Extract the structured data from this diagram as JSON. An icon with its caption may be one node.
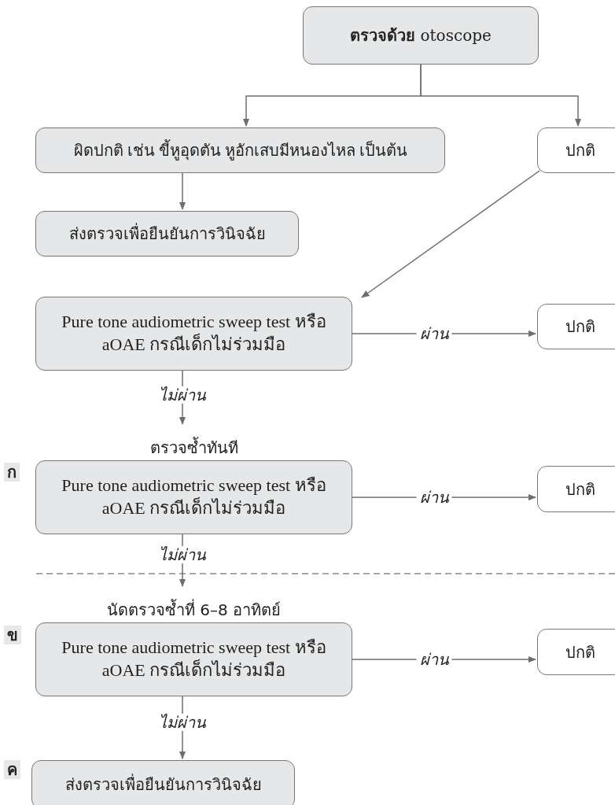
{
  "diagram": {
    "nodes": [
      {
        "text": [
          "**ตรวจด้วย** otoscope"
        ]
      },
      {
        "text": [
          "ผิดปกติ เช่น ขี้หูอุดตัน หูอักเสบมีหนองไหล เป็นต้น"
        ]
      },
      {
        "text": [
          "ปกติ"
        ]
      },
      {
        "text": [
          "ส่งตรวจเพื่อยืนยันการวินิจฉัย"
        ]
      },
      {
        "text": [
          "Pure tone audiometric sweep test หรือ aOAE กรณีเด็กไม่ร่วมมือ"
        ]
      },
      {
        "text": [
          "ปกติ"
        ]
      },
      {
        "text": [
          "Pure tone audiometric sweep test หรือ aOAE กรณีเด็กไม่ร่วมมือ"
        ],
        "beside": [
          "ตรวจซ้ำทันที"
        ]
      },
      {
        "text": [
          "ปกติ"
        ]
      },
      {
        "text": [
          "Pure tone audiometric sweep test หรือ aOAE กรณีเด็กไม่ร่วมมือ"
        ],
        "beside": [
          "นัดตรวจซ้ำที่ 6–8 อาทิตย์"
        ]
      },
      {
        "text": [
          "ปกติ"
        ]
      },
      {
        "text": [
          "ส่งตรวจเพื่อยืนยันการวินิจฉัย"
        ]
      }
    ],
    "edges": [
      {
        "from": 0,
        "to": 1,
        "arrow": "to"
      },
      {
        "from": 0,
        "to": 2,
        "arrow": "to"
      },
      {
        "from": 1,
        "to": 3,
        "arrow": "to"
      },
      {
        "from": 2,
        "to": 4,
        "arrow": "to"
      },
      {
        "from": 4,
        "to": 5,
        "arrow": "to",
        "label": "ผ่าน"
      },
      {
        "from": 4,
        "to": 6,
        "arrow": "to",
        "label": "ไม่ผ่าน"
      },
      {
        "from": 6,
        "to": 7,
        "arrow": "to",
        "label": "ผ่าน"
      },
      {
        "from": 6,
        "to": 8,
        "arrow": "to",
        "label": "ไม่ผ่าน"
      },
      {
        "from": 8,
        "to": 9,
        "arrow": "to",
        "label": "ผ่าน"
      },
      {
        "from": 8,
        "to": 10,
        "arrow": "to",
        "label": "ไม่ผ่าน"
      }
    ],
    "labels": [
      "ก",
      "ข",
      "ค"
    ]
  }
}
